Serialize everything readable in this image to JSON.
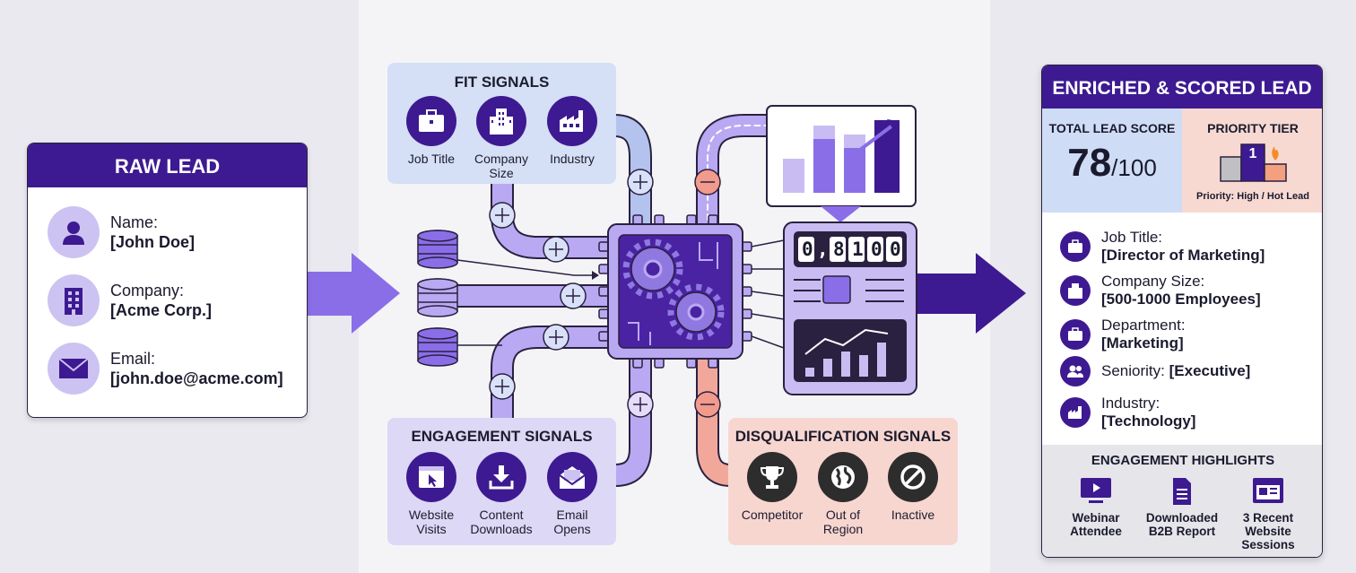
{
  "raw_lead": {
    "title": "RAW LEAD",
    "fields": [
      {
        "label": "Name:",
        "value": "[John Doe]",
        "icon": "person-icon"
      },
      {
        "label": "Company:",
        "value": "[Acme Corp.]",
        "icon": "building-icon"
      },
      {
        "label": "Email:",
        "value": "[john.doe@acme.com]",
        "icon": "envelope-icon"
      }
    ]
  },
  "fit_signals": {
    "title": "FIT SIGNALS",
    "items": [
      {
        "label": "Job Title",
        "icon": "briefcase-icon"
      },
      {
        "label": "Company Size",
        "icon": "office-building-icon"
      },
      {
        "label": "Industry",
        "icon": "factory-icon"
      }
    ]
  },
  "engagement_signals": {
    "title": "ENGAGEMENT SIGNALS",
    "items": [
      {
        "label": "Website Visits",
        "icon": "browser-cursor-icon"
      },
      {
        "label": "Content Downloads",
        "icon": "download-icon"
      },
      {
        "label": "Email Opens",
        "icon": "open-envelope-icon"
      }
    ]
  },
  "disqualification_signals": {
    "title": "DISQUALIFICATION SIGNALS",
    "items": [
      {
        "label": "Competitor",
        "icon": "trophy-icon"
      },
      {
        "label": "Out of Region",
        "icon": "globe-icon"
      },
      {
        "label": "Inactive",
        "icon": "prohibited-icon"
      }
    ]
  },
  "processor": {
    "counter": [
      "0",
      ",",
      "8",
      "1",
      "0",
      "0"
    ]
  },
  "enriched": {
    "title": "ENRICHED & SCORED LEAD",
    "score_title": "TOTAL LEAD SCORE",
    "score_value": "78",
    "score_max": "/100",
    "tier_title": "PRIORITY TIER",
    "tier_rank": "1",
    "tier_note": "Priority: High / Hot Lead",
    "details": [
      {
        "label": "Job Title:",
        "value": "[Director of Marketing]",
        "icon": "briefcase-icon"
      },
      {
        "label": "Company Size:",
        "value": "[500-1000 Employees]",
        "icon": "office-building-icon"
      },
      {
        "label": "Department:",
        "value": "[Marketing]",
        "icon": "briefcase-icon"
      },
      {
        "label": "Seniority:",
        "value": "[Executive]",
        "icon": "people-icon"
      },
      {
        "label": "Industry:",
        "value": "[Technology]",
        "icon": "factory-icon"
      }
    ],
    "highlights_title": "ENGAGEMENT HIGHLIGHTS",
    "highlights": [
      {
        "label": "Webinar Attendee",
        "icon": "video-play-icon"
      },
      {
        "label": "Downloaded B2B Report",
        "icon": "document-icon"
      },
      {
        "label": "3 Recent Website Sessions",
        "icon": "browser-window-icon"
      }
    ]
  },
  "colors": {
    "dark_purple": "#3d1a91",
    "light_purple": "#cdc3f2",
    "fit_panel": "#d5dff5",
    "engagement_panel": "#ddd8f5",
    "disqualification_panel": "#f8d6d0",
    "disqualification_icon": "#2d2d2d"
  }
}
